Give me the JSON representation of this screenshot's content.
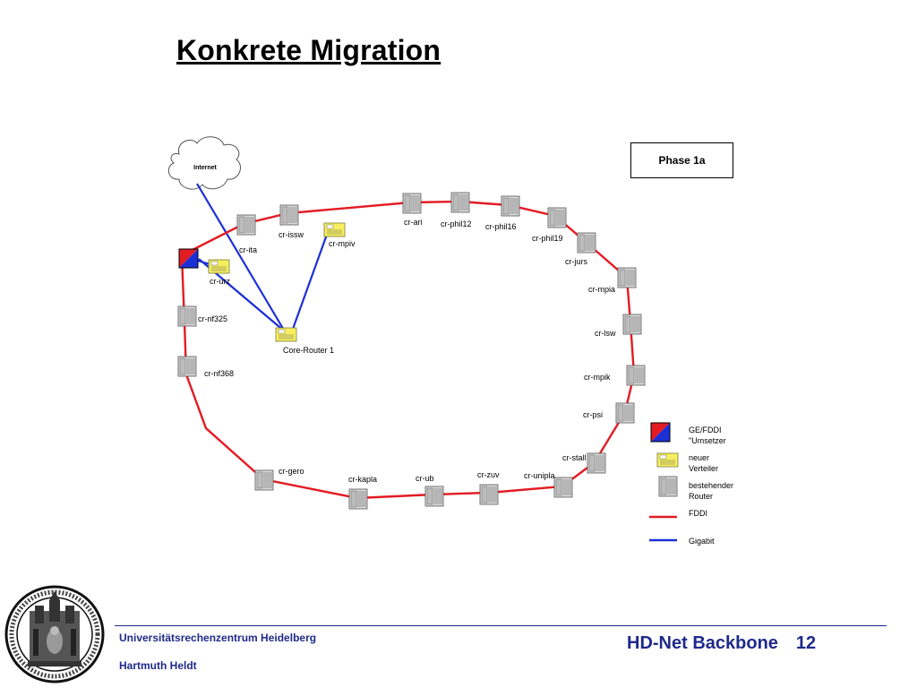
{
  "slide": {
    "title": "Konkrete Migration",
    "phase": "Phase 1a",
    "internet": "Internet",
    "core_router": "Core-Router 1"
  },
  "routers": [
    "cr-ari",
    "cr-phil12",
    "cr-phil16",
    "cr-phil19",
    "cr-jurs",
    "cr-mpia",
    "cr-lsw",
    "cr-mpik",
    "cr-psi",
    "cr-stall",
    "cr-unipla",
    "cr-zuv",
    "cr-ub",
    "cr-kapla",
    "cr-gero",
    "cr-nf368",
    "cr-nf325",
    "cr-ita",
    "cr-issw"
  ],
  "distributors": [
    "cr-urz",
    "cr-mpiv"
  ],
  "legend": {
    "converter_1": "GE/FDDI",
    "converter_2": "\"Umsetzer",
    "new_1": "neuer",
    "new_2": "Verteiler",
    "existing_1": "bestehender",
    "existing_2": "Router",
    "fddi": "FDDI",
    "gigabit": "Gigabit"
  },
  "colors": {
    "fddi": "#e31b23",
    "gigabit": "#1b2fd6",
    "footer": "#1f2a8a",
    "distributor": "#f7ef5e"
  },
  "footer": {
    "institution": "Universitätsrechenzentrum Heidelberg",
    "author": "Hartmuth Heldt",
    "topic": "HD-Net Backbone",
    "page": "12"
  }
}
